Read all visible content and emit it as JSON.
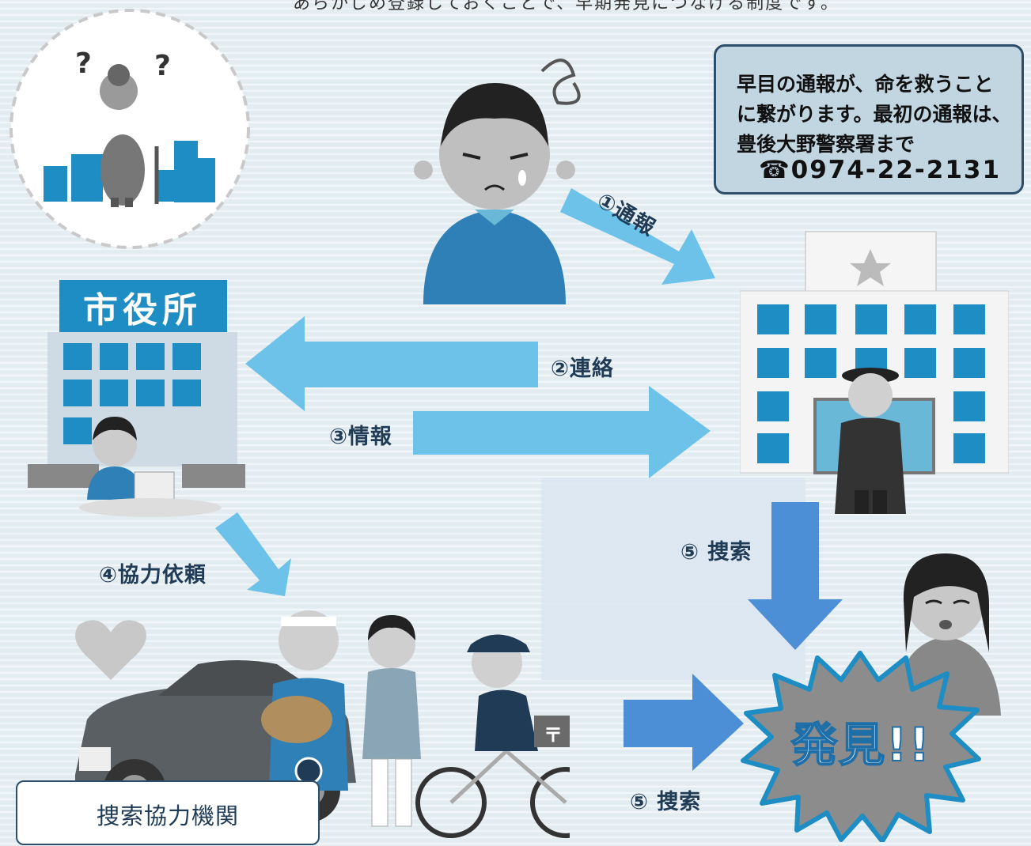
{
  "top_text": "あらかじめ登録しておくことで、早期発見につなげる制度です。",
  "notice": {
    "lines": [
      "早目の通報が、命を救うこと",
      "に繋がります。最初の通報は、",
      "豊後大野警察署まで"
    ],
    "phone_icon": "☎",
    "phone": "0974-22-2131"
  },
  "city_hall": {
    "sign": "市役所"
  },
  "arrows": {
    "report": "①通報",
    "contact": "②連絡",
    "info": "③情報",
    "request": "④協力依頼",
    "search_police": "⑤ 捜索",
    "search_agency": "⑤ 捜索"
  },
  "found": "発見!!",
  "agency_label": "捜索協力機関",
  "colors": {
    "arrow_light": "#6cc2e8",
    "arrow_dark": "#4d8fd6",
    "navy": "#2c4e6a",
    "building": "#1e8dc4"
  }
}
